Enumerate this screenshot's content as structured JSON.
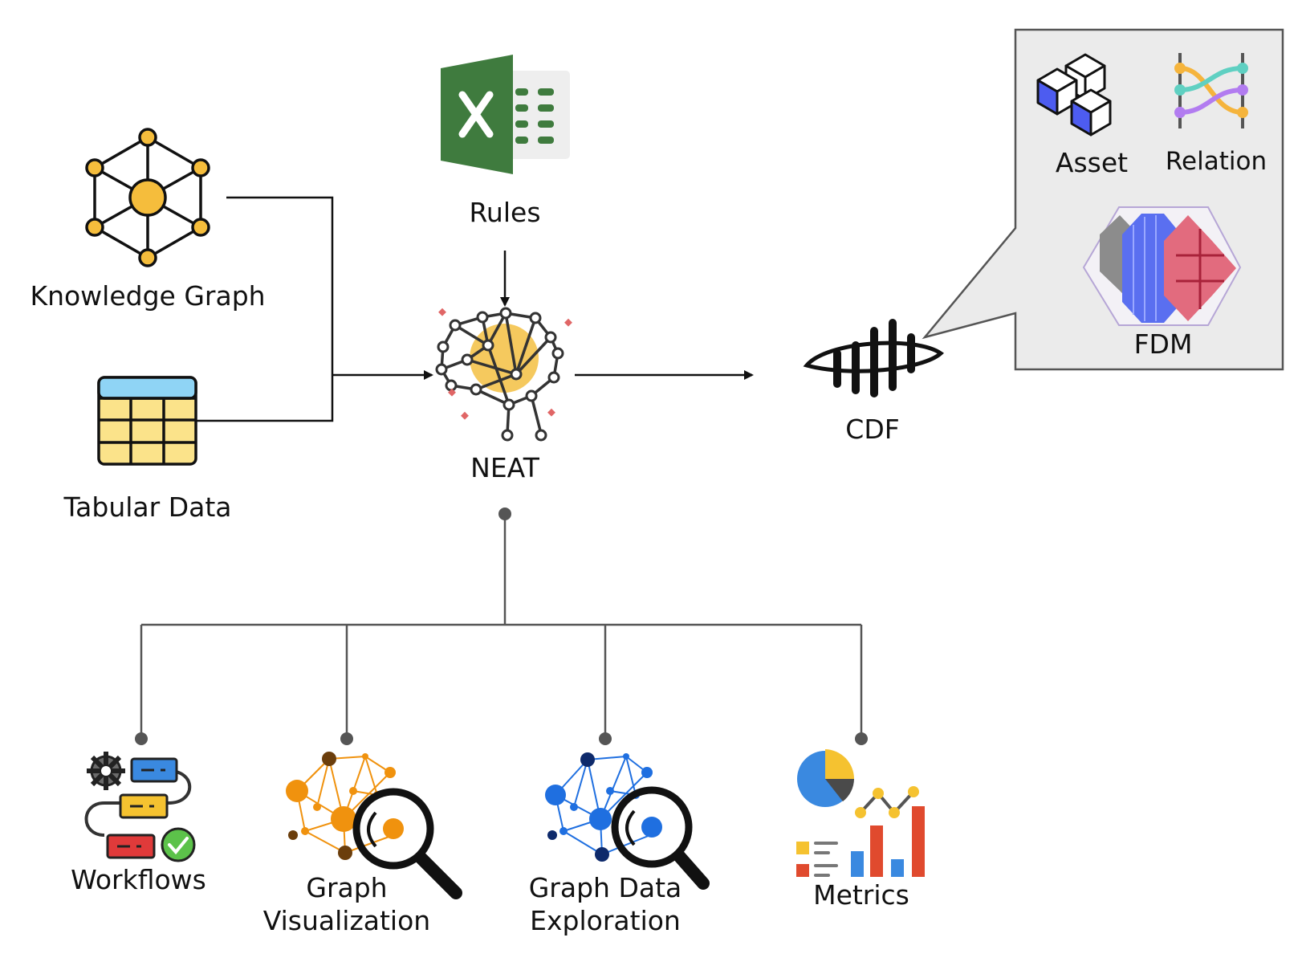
{
  "nodes": {
    "knowledge_graph": "Knowledge Graph",
    "tabular_data": "Tabular Data",
    "rules": "Rules",
    "neat": "NEAT",
    "cdf": "CDF",
    "asset": "Asset",
    "relation": "Relation",
    "fdm": "FDM",
    "workflows": "Workflows",
    "graph_visualization": [
      "Graph",
      "Visualization"
    ],
    "graph_data_exploration": [
      "Graph Data",
      "Exploration"
    ],
    "metrics": "Metrics"
  },
  "icons": {
    "knowledge_graph": "hexagon-network-icon",
    "tabular_data": "table-icon",
    "rules": "excel-icon",
    "neat": "brain-network-icon",
    "cdf": "cognite-logo-icon",
    "asset": "cubes-icon",
    "relation": "relation-flow-icon",
    "fdm": "fdm-layers-icon",
    "workflows": "workflow-icon",
    "graph_visualization": "orange-graph-magnifier-icon",
    "graph_data_exploration": "blue-graph-magnifier-icon",
    "metrics": "metrics-charts-icon"
  },
  "colors": {
    "kg_yellow": "#f5bd3c",
    "table_blue": "#8fd4f5",
    "table_yellow": "#fbe38a",
    "excel_green": "#3f7b3e",
    "fdm_blue": "#5a6ff0",
    "fdm_red": "#d9485f",
    "callout_bg": "#ebebeb",
    "graph_orange": "#f0920e",
    "graph_blue": "#1f6fe0"
  }
}
